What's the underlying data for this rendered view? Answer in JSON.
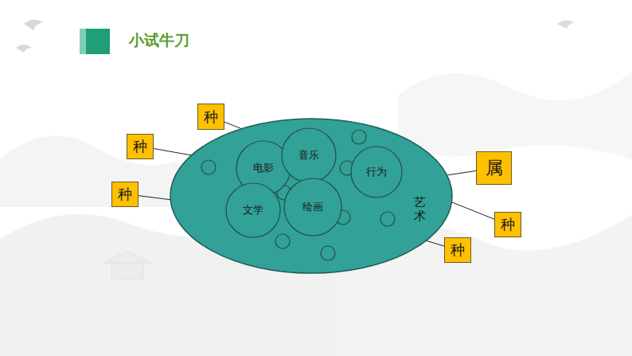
{
  "diagram": {
    "title": "小试牛刀",
    "nodes": [
      {
        "text": [
          "艺术"
        ]
      },
      {
        "text": [
          "电影"
        ],
        "in": 0
      },
      {
        "text": [
          "音乐"
        ],
        "in": 0
      },
      {
        "text": [
          "行为"
        ],
        "in": 0
      },
      {
        "text": [
          "文学"
        ],
        "in": 0
      },
      {
        "text": [
          "绘画"
        ],
        "in": 0
      },
      {
        "text": [
          "种"
        ]
      },
      {
        "text": [
          "种"
        ]
      },
      {
        "text": [
          "种"
        ]
      },
      {
        "text": [
          "属"
        ]
      },
      {
        "text": [
          "种"
        ]
      },
      {
        "text": [
          "种"
        ]
      }
    ],
    "edges": [
      {
        "from": 6,
        "to": 2,
        "arrow": "none"
      },
      {
        "from": 7,
        "to": 1,
        "arrow": "none"
      },
      {
        "from": 8,
        "to": 4,
        "arrow": "none"
      },
      {
        "from": 9,
        "to": 0,
        "arrow": "none"
      },
      {
        "from": 10,
        "to": 3,
        "arrow": "none"
      },
      {
        "from": 11,
        "to": 5,
        "arrow": "none"
      }
    ]
  }
}
